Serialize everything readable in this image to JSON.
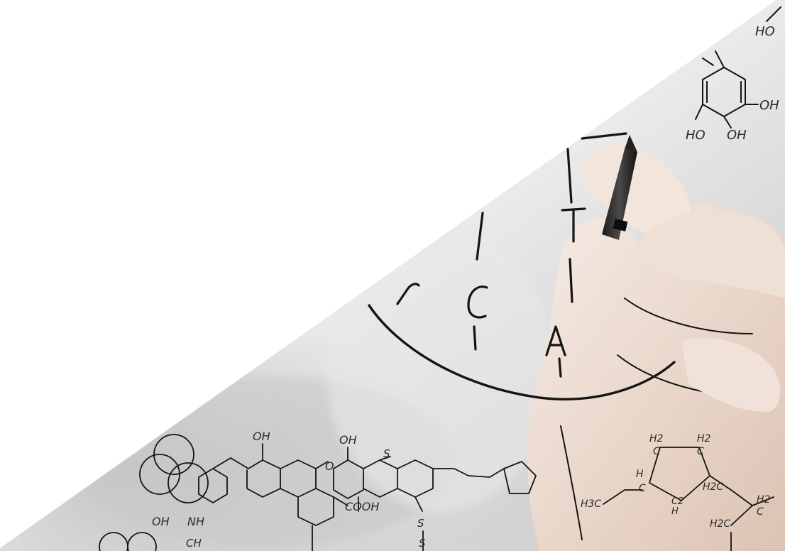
{
  "image": {
    "colors": {
      "background": "#ffffff",
      "photo_light": "#f1f1f1",
      "photo_mid": "#d9d9d9",
      "glove": "#ecdcd2",
      "ink": "#141414"
    },
    "handwritten_letters": [
      "T",
      "C",
      "A"
    ],
    "chemical_labels": {
      "top_right": [
        "HO",
        "OH",
        "HO",
        "OH"
      ],
      "bottom_left": [
        "OH",
        "OH",
        "S",
        "O",
        "OH",
        "NH",
        "COOH",
        "S",
        "S",
        "CH"
      ],
      "bottom_right": [
        "H2",
        "C",
        "H2",
        "C",
        "H",
        "C",
        "H2C",
        "C2",
        "H",
        "H3C",
        "H2",
        "C",
        "H2C"
      ]
    }
  }
}
